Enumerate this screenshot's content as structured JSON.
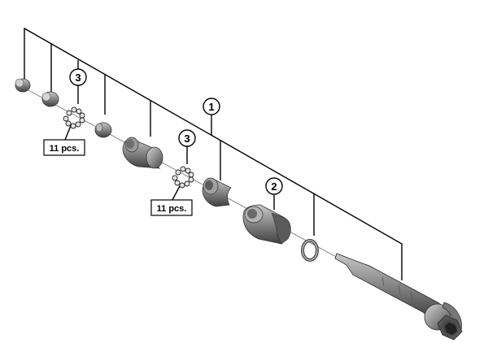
{
  "callouts": {
    "c1": "1",
    "c2": "2",
    "c3a": "3",
    "c3b": "3"
  },
  "quantity_labels": {
    "q1": "11 pcs.",
    "q2": "11 pcs."
  },
  "colors": {
    "part_dark": "#4a4a4a",
    "part_mid": "#8a8a8a",
    "part_light": "#c8c8c8",
    "line": "#000000"
  }
}
